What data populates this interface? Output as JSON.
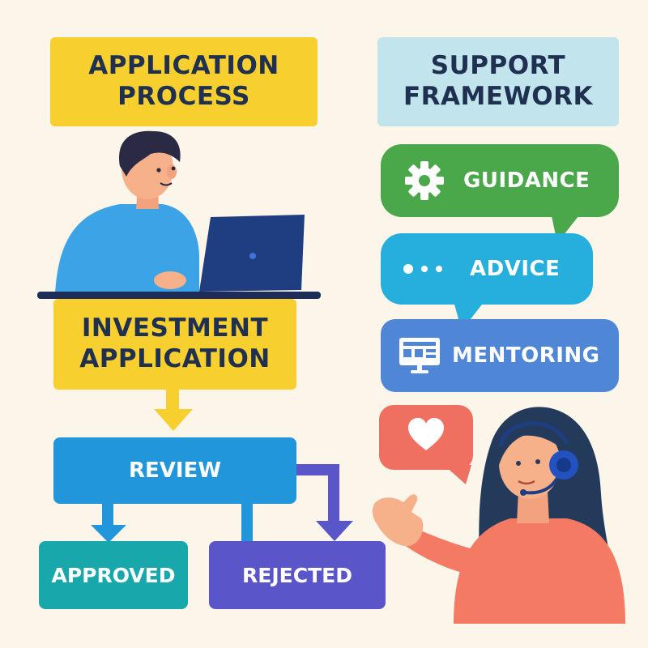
{
  "left": {
    "title_line1": "APPLICATION",
    "title_line2": "PROCESS",
    "investment_line1": "INVESTMENT",
    "investment_line2": "APPLICATION",
    "review": "REVIEW",
    "approved": "APPROVED",
    "rejected": "REJECTED"
  },
  "right": {
    "title_line1": "SUPPORT",
    "title_line2": "FRAMEWORK",
    "bubbles": [
      {
        "label": "GUIDANCE",
        "icon": "gear-icon",
        "color": "#4aa84a"
      },
      {
        "label": "ADVICE",
        "icon": "ellipsis-icon",
        "color": "#26aedd"
      },
      {
        "label": "MENTORING",
        "icon": "dashboard-icon",
        "color": "#4f86d6"
      }
    ],
    "heart_bubble": {
      "icon": "heart-icon",
      "color": "#ef7061"
    }
  },
  "colors": {
    "background": "#fbf5ea",
    "yellow": "#f7cf2e",
    "light_blue": "#c2e4ed",
    "review": "#2196db",
    "approved": "#18a7aa",
    "rejected": "#5a55c8",
    "navy_text": "#1f3050"
  }
}
